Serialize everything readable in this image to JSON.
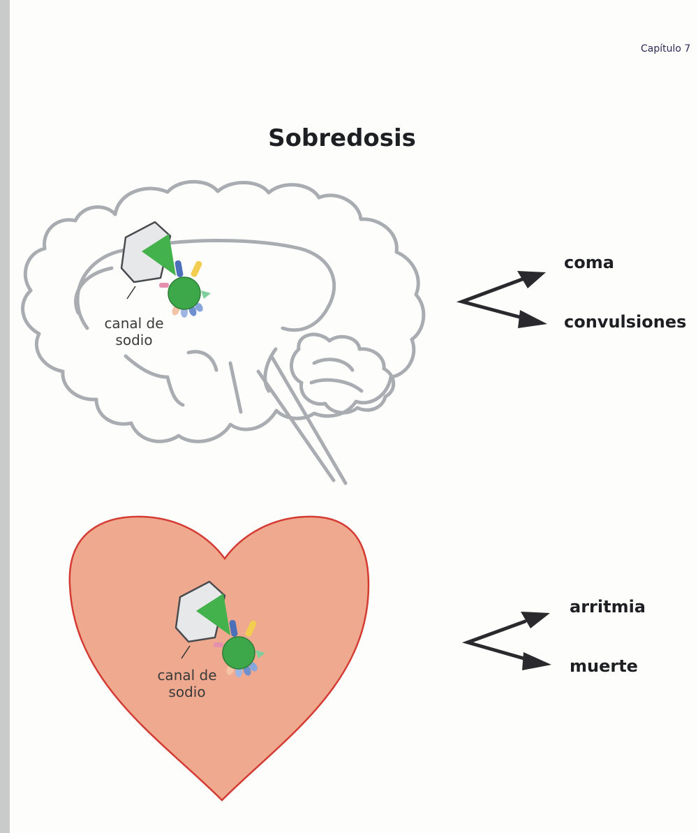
{
  "header": {
    "chapter": "Capítulo 7"
  },
  "title": "Sobredosis",
  "brain": {
    "channel_label_line1": "canal de",
    "channel_label_line2": "sodio",
    "outcomes": [
      "coma",
      "convulsiones"
    ]
  },
  "heart": {
    "channel_label_line1": "canal de",
    "channel_label_line2": "sodio",
    "outcomes": [
      "arritmia",
      "muerte"
    ]
  },
  "colors": {
    "brain_outline": "#a9adb1",
    "heart_fill": "#efa98e",
    "heart_stroke": "#d33b33",
    "drug_green": "#3ca84a",
    "arrow": "#2a2a2e"
  }
}
